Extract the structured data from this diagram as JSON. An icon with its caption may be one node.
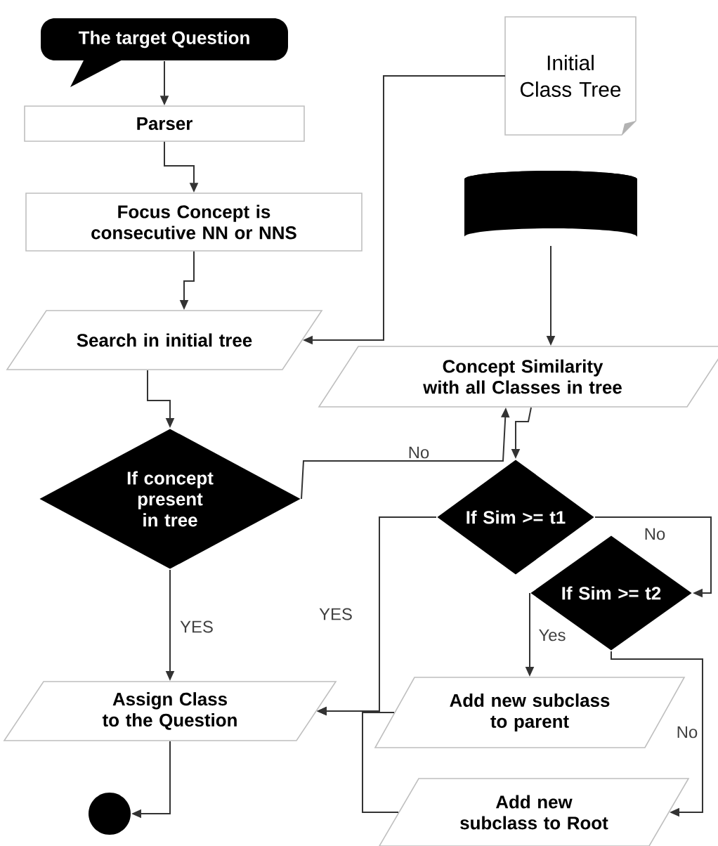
{
  "diagram": {
    "nodes": [
      {
        "text": [
          "The target Question"
        ]
      },
      {
        "text": [
          "Parser"
        ]
      },
      {
        "text": [
          "Focus Concept is consecutive NN or NNS"
        ]
      },
      {
        "text": [
          "Initial Class Tree"
        ]
      },
      {
        "text": [],
        "shape": "cylinder"
      },
      {
        "text": [
          "Search in initial tree"
        ]
      },
      {
        "text": [
          "Concept Similarity with all Classes in tree"
        ]
      },
      {
        "text": [
          "If concept present in tree"
        ]
      },
      {
        "text": [
          "If Sim >= t1"
        ]
      },
      {
        "text": [
          "If Sim >= t2"
        ]
      },
      {
        "text": [
          "Assign Class to the Question"
        ]
      },
      {
        "text": [
          "Add new subclass to parent"
        ]
      },
      {
        "text": [
          "Add new subclass to Root"
        ]
      },
      {
        "text": [],
        "shape": "circle"
      }
    ],
    "edges": [
      {
        "from": 0,
        "to": 1,
        "arrow": "to"
      },
      {
        "from": 1,
        "to": 2,
        "arrow": "to"
      },
      {
        "from": 2,
        "to": 5,
        "arrow": "to"
      },
      {
        "from": 3,
        "to": 5,
        "arrow": "to"
      },
      {
        "from": 4,
        "to": 6,
        "arrow": "to"
      },
      {
        "from": 5,
        "to": 7,
        "arrow": "to"
      },
      {
        "from": 7,
        "to": 6,
        "arrow": "to",
        "label": "No"
      },
      {
        "from": 6,
        "to": 8,
        "arrow": "to"
      },
      {
        "from": 8,
        "to": 9,
        "arrow": "to",
        "label": "No"
      },
      {
        "from": 8,
        "to": 10,
        "arrow": "to",
        "label": "YES"
      },
      {
        "from": 9,
        "to": 11,
        "arrow": "to",
        "label": "Yes"
      },
      {
        "from": 9,
        "to": 12,
        "arrow": "to",
        "label": "No"
      },
      {
        "from": 11,
        "to": 10,
        "arrow": "to"
      },
      {
        "from": 12,
        "to": 10,
        "arrow": "to"
      },
      {
        "from": 7,
        "to": 10,
        "arrow": "to",
        "label": "YES"
      },
      {
        "from": 10,
        "to": 13,
        "arrow": "to"
      }
    ]
  }
}
